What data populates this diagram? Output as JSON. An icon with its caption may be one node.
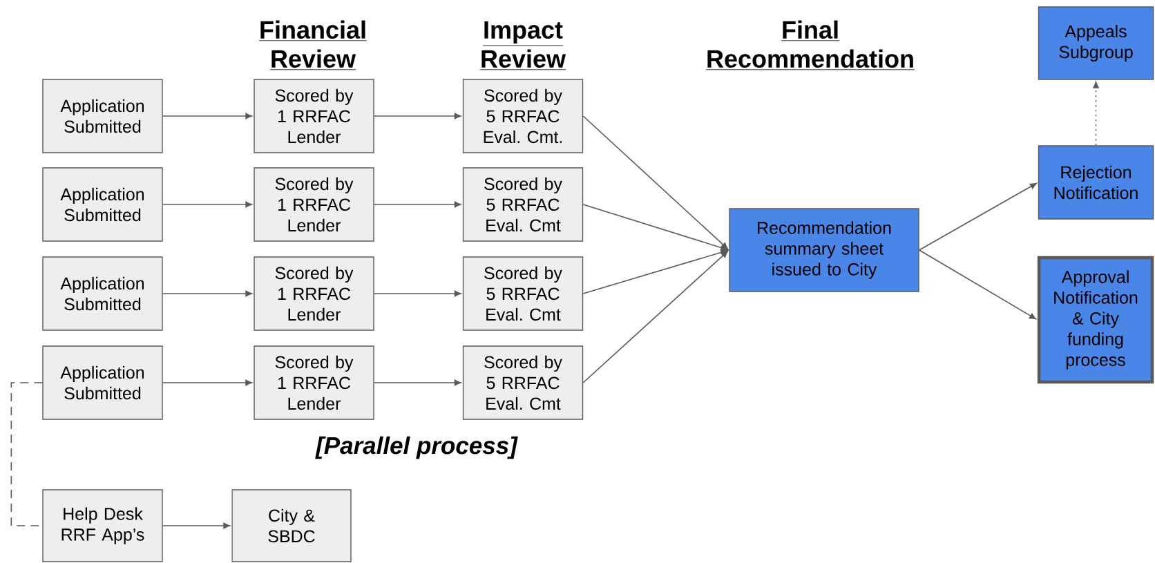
{
  "diagram": {
    "nodes": [
      {
        "text": [
          "Application Submitted"
        ]
      },
      {
        "text": [
          "Scored by 1 RRFAC Lender"
        ]
      },
      {
        "text": [
          "Scored by 5 RRFAC Eval. Cmt."
        ]
      },
      {
        "text": [
          "Application Submitted"
        ]
      },
      {
        "text": [
          "Scored by 1 RRFAC Lender"
        ]
      },
      {
        "text": [
          "Scored by 5 RRFAC Eval. Cmt"
        ]
      },
      {
        "text": [
          "Application Submitted"
        ]
      },
      {
        "text": [
          "Scored by 1 RRFAC Lender"
        ]
      },
      {
        "text": [
          "Scored by 5 RRFAC Eval. Cmt"
        ]
      },
      {
        "text": [
          "Application Submitted"
        ]
      },
      {
        "text": [
          "Scored by 1 RRFAC Lender"
        ]
      },
      {
        "text": [
          "Scored by 5 RRFAC Eval. Cmt"
        ]
      },
      {
        "text": [
          "Recommendation summary sheet issued to City"
        ]
      },
      {
        "text": [
          "Appeals Subgroup"
        ]
      },
      {
        "text": [
          "Rejection Notification"
        ]
      },
      {
        "text": [
          "Approval Notification & City funding process"
        ]
      },
      {
        "text": [
          "Help Desk RRF App’s"
        ]
      },
      {
        "text": [
          "City & SBDC"
        ]
      }
    ],
    "edges": [
      {
        "from": 0,
        "to": 1,
        "arrow": "to"
      },
      {
        "from": 1,
        "to": 2,
        "arrow": "to"
      },
      {
        "from": 3,
        "to": 4,
        "arrow": "to"
      },
      {
        "from": 4,
        "to": 5,
        "arrow": "to"
      },
      {
        "from": 6,
        "to": 7,
        "arrow": "to"
      },
      {
        "from": 7,
        "to": 8,
        "arrow": "to"
      },
      {
        "from": 9,
        "to": 10,
        "arrow": "to"
      },
      {
        "from": 10,
        "to": 11,
        "arrow": "to"
      },
      {
        "from": 2,
        "to": 12,
        "arrow": "to"
      },
      {
        "from": 5,
        "to": 12,
        "arrow": "to"
      },
      {
        "from": 8,
        "to": 12,
        "arrow": "to"
      },
      {
        "from": 11,
        "to": 12,
        "arrow": "to"
      },
      {
        "from": 12,
        "to": 14,
        "arrow": "to"
      },
      {
        "from": 12,
        "to": 15,
        "arrow": "to"
      },
      {
        "from": 14,
        "to": 13,
        "arrow": "to",
        "style": "dashed"
      },
      {
        "from": 9,
        "to": 16,
        "arrow": "none",
        "style": "dashed"
      },
      {
        "from": 16,
        "to": 17,
        "arrow": "to"
      }
    ],
    "labels": [
      "Financial Review",
      "Impact Review",
      "Final Recommendation",
      "[Parallel process]"
    ]
  }
}
